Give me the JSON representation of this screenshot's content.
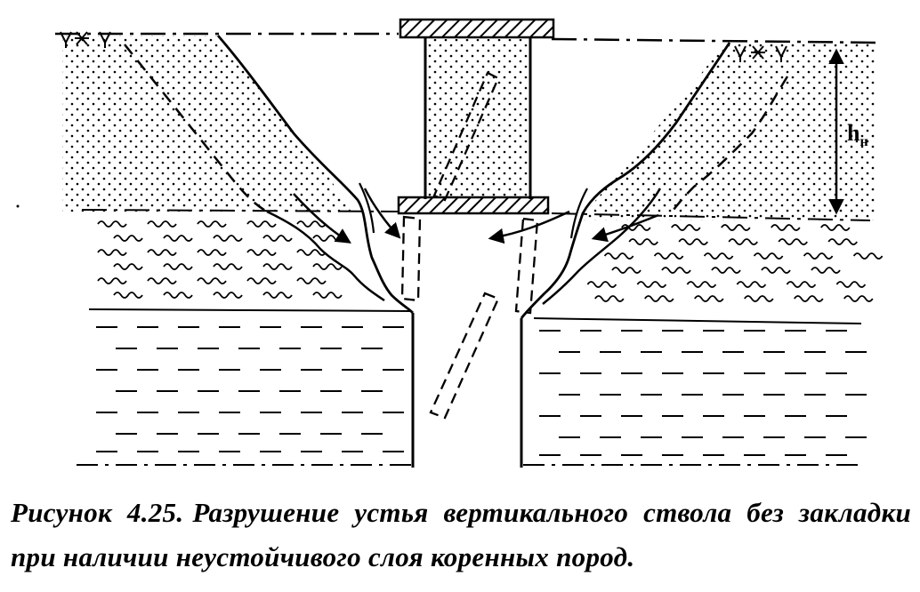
{
  "figure": {
    "dimension_label": "h",
    "dimension_subscript": "н"
  },
  "caption": {
    "label": "Рисунок 4.25.",
    "text": "Разрушение устья вертикального ствола без закладки при наличии неустойчивого слоя коренных пород."
  }
}
